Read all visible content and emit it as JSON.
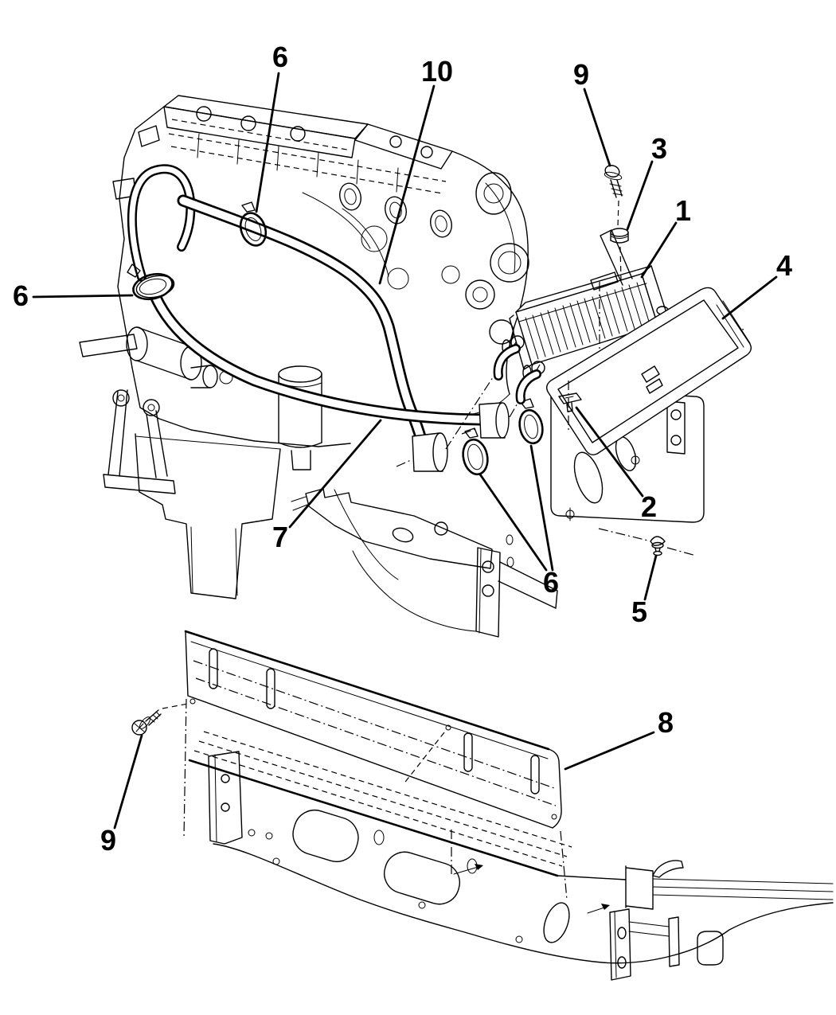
{
  "diagram": {
    "background_color": "#ffffff",
    "line_color": "#000000",
    "callouts": {
      "c6_top": {
        "label": "6"
      },
      "c6_left": {
        "label": "6"
      },
      "c10": {
        "label": "10"
      },
      "c9_top": {
        "label": "9"
      },
      "c3": {
        "label": "3"
      },
      "c1": {
        "label": "1"
      },
      "c4": {
        "label": "4"
      },
      "c7": {
        "label": "7"
      },
      "c2": {
        "label": "2"
      },
      "c6_mid": {
        "label": "6"
      },
      "c5": {
        "label": "5"
      },
      "c8": {
        "label": "8"
      },
      "c9_bottom": {
        "label": "9"
      }
    }
  }
}
